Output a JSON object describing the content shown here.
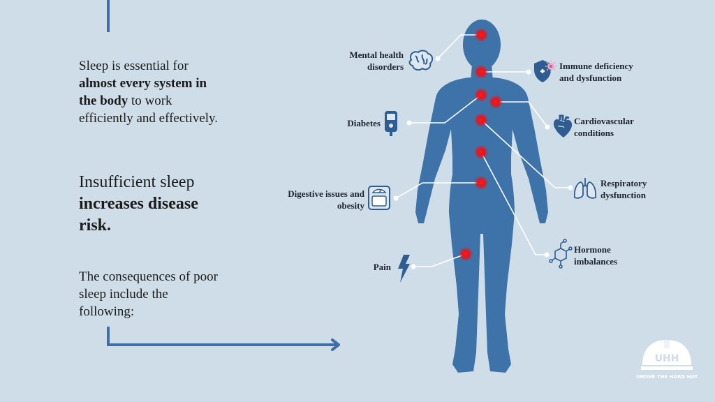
{
  "intro": {
    "part1": "Sleep is essential for ",
    "bold": "almost every system in the body",
    "part2": " to work efficiently and effectively."
  },
  "headline": {
    "part1": "Insufficient sleep ",
    "bold": "increases disease risk."
  },
  "consequences": "The consequences of poor sleep include the following:",
  "conditions": {
    "mental": [
      "Mental health",
      "disorders"
    ],
    "immune": [
      "Immune deficiency",
      "and dysfunction"
    ],
    "diabetes": "Diabetes",
    "cardio": [
      "Cardiovascular",
      "conditions"
    ],
    "respiratory": [
      "Respiratory",
      "dysfunction"
    ],
    "digestive": [
      "Digestive issues and",
      "obesity"
    ],
    "hormone": [
      "Hormone",
      "imbalances"
    ],
    "pain": "Pain"
  },
  "logo": {
    "mark": "UHH",
    "tagline": "UNDER THE HARD HAT"
  },
  "colors": {
    "background": "#cfdde8",
    "body": "#3d73a8",
    "accent": "#3e6fa6",
    "hotspot": "#e8141c",
    "icon": "#2f5d91"
  },
  "icons": [
    "brain-icon",
    "shield-virus-icon",
    "glucose-meter-icon",
    "heart-icon",
    "lungs-icon",
    "scale-icon",
    "molecule-icon",
    "lightning-icon",
    "hard-hat-logo"
  ]
}
